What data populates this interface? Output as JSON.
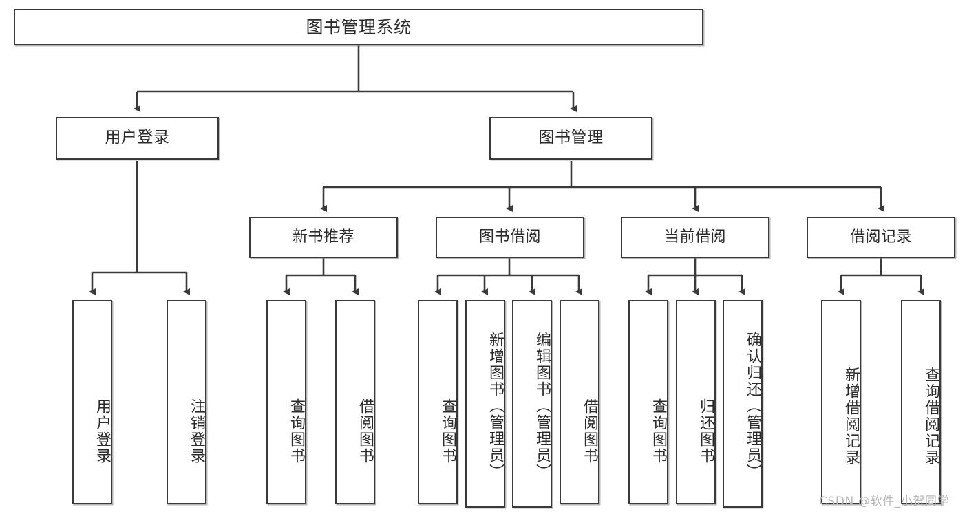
{
  "diagram": {
    "type": "tree",
    "title": "图书管理系统",
    "root": {
      "label": "图书管理系统"
    },
    "level1": [
      {
        "label": "用户登录"
      },
      {
        "label": "图书管理"
      }
    ],
    "level2": [
      {
        "label": "新书推荐"
      },
      {
        "label": "图书借阅"
      },
      {
        "label": "当前借阅"
      },
      {
        "label": "借阅记录"
      }
    ],
    "leaves": {
      "user_login": [
        {
          "label": "用户登录"
        },
        {
          "label": "注销登录"
        }
      ],
      "new_book_recommend": [
        {
          "label": "查询图书"
        },
        {
          "label": "借阅图书"
        }
      ],
      "book_borrow": [
        {
          "label": "查询图书"
        },
        {
          "label": "新增图书（管理员）"
        },
        {
          "label": "编辑图书（管理员）"
        },
        {
          "label": "借阅图书"
        }
      ],
      "current_borrow": [
        {
          "label": "查询图书"
        },
        {
          "label": "归还图书"
        },
        {
          "label": "确认归还（管理员）"
        }
      ],
      "borrow_record": [
        {
          "label": "新增借阅记录"
        },
        {
          "label": "查询借阅记录"
        }
      ]
    }
  },
  "watermark": {
    "text": "CSDN @软件_小贺同学"
  },
  "colors": {
    "stroke": "#3a3a3a",
    "fill": "#ffffff",
    "text": "#2b2b2b",
    "watermark": "#b9b9b9"
  }
}
